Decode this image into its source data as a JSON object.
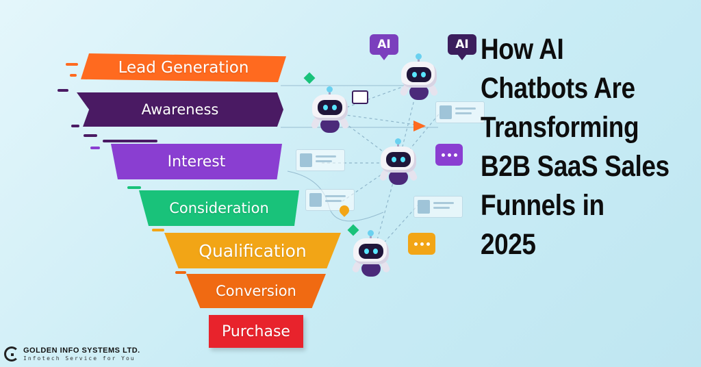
{
  "funnel": {
    "stages": [
      {
        "label": "Lead Generation",
        "color": "#ff6a1f"
      },
      {
        "label": "Awareness",
        "color": "#4a1a63"
      },
      {
        "label": "Interest",
        "color": "#8a3ed1"
      },
      {
        "label": "Consideration",
        "color": "#19c27a"
      },
      {
        "label": "Qualification",
        "color": "#f2a516"
      },
      {
        "label": "Conversion",
        "color": "#f06a12"
      },
      {
        "label": "Purchase",
        "color": "#e8232c"
      }
    ]
  },
  "headline": {
    "lines": [
      "How AI",
      "Chatbots Are",
      "Transforming",
      "B2B SaaS Sales",
      "Funnels in",
      "2025"
    ]
  },
  "bubbles": {
    "ai_label_1": "AI",
    "ai_label_2": "AI"
  },
  "brand": {
    "name": "GOLDEN INFO SYSTEMS LTD.",
    "tagline": "Infotech Service for You"
  },
  "icons": [
    "robot-icon",
    "chat-bubble-icon",
    "profile-card-icon",
    "location-pin-icon",
    "flag-icon"
  ]
}
